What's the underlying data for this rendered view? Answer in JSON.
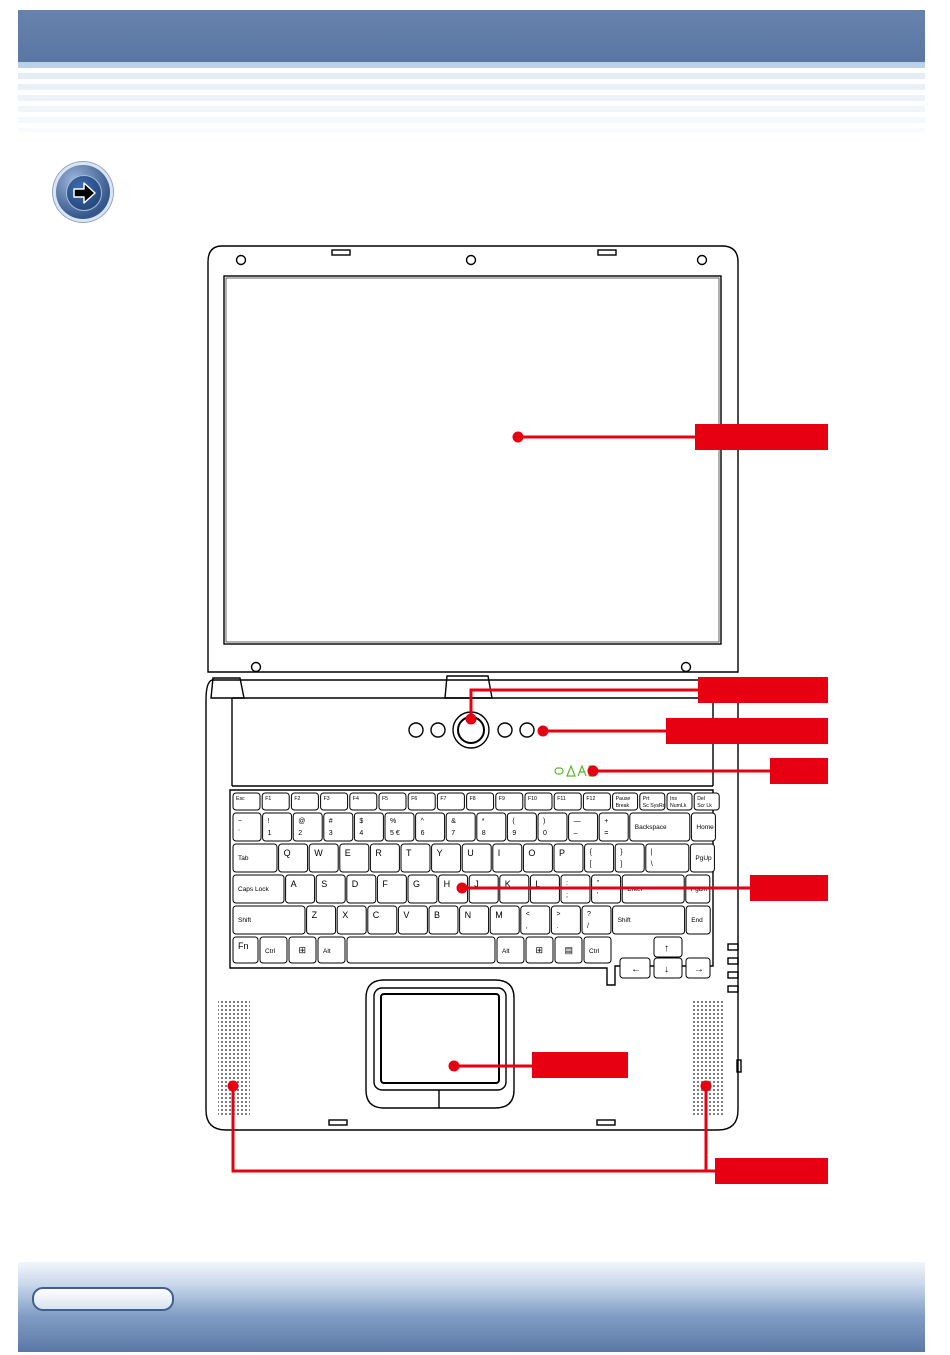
{
  "header": {
    "background_color": "#5b77a4",
    "stripe_color": "#dfeaf5"
  },
  "page_icon": {
    "icon": "right-arrow-icon"
  },
  "diagram": {
    "subject": "notebook top view (lid open)",
    "callout_color": "#e60012",
    "callouts": [
      {
        "id": "lcd-screen",
        "label": ""
      },
      {
        "id": "power-button",
        "label": ""
      },
      {
        "id": "quick-launch-buttons",
        "label": ""
      },
      {
        "id": "status-indicators",
        "label": ""
      },
      {
        "id": "keyboard",
        "label": ""
      },
      {
        "id": "touchpad",
        "label": ""
      },
      {
        "id": "stereo-speakers",
        "label": ""
      }
    ],
    "keyboard_rows": [
      [
        "Esc",
        "F1",
        "F2",
        "F3",
        "F4",
        "F5",
        "F6",
        "F7",
        "F8",
        "F9",
        "F10",
        "F11",
        "F12",
        "Pause Break",
        "Prt Sc SysRq",
        "Ins NumLk",
        "Del Scr Lk"
      ],
      [
        "~ `",
        "! 1",
        "@ 2",
        "# 3",
        "$ 4",
        "% 5 €",
        "^ 6",
        "& 7",
        "* 8",
        "( 9",
        ") 0",
        "— –",
        "+ =",
        "Backspace",
        "Home"
      ],
      [
        "Tab",
        "Q",
        "W",
        "E",
        "R",
        "T",
        "Y",
        "U",
        "I",
        "O",
        "P",
        "{ [",
        "} ]",
        "| \\",
        "PgUp"
      ],
      [
        "Caps Lock",
        "A",
        "S",
        "D",
        "F",
        "G",
        "H",
        "J",
        "K",
        "L",
        ": ;",
        "\" '",
        "Enter",
        "PgDn"
      ],
      [
        "Shift",
        "Z",
        "X",
        "C",
        "V",
        "B",
        "N",
        "M",
        "< ,",
        "> .",
        "? /",
        "Shift",
        "End"
      ],
      [
        "Fn",
        "Ctrl",
        "Win",
        "Alt",
        "",
        "Alt",
        "Win",
        "Menu",
        "Ctrl"
      ]
    ],
    "arrow_keys": [
      "↑",
      "←",
      "↓",
      "→"
    ],
    "indicator_color": "#5cb82e"
  },
  "footer": {
    "color": "#5a78a5"
  }
}
